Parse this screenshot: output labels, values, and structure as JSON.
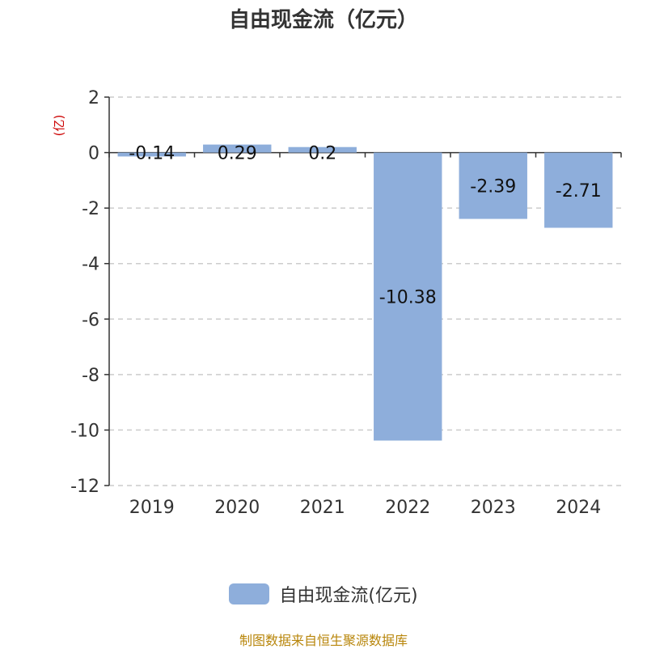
{
  "chart_data": {
    "type": "bar",
    "title": "自由现金流（亿元）",
    "ylabel": "(亿)",
    "categories": [
      "2019",
      "2020",
      "2021",
      "2022",
      "2023",
      "2024"
    ],
    "series": [
      {
        "name": "自由现金流(亿元)",
        "values": [
          -0.14,
          0.29,
          0.2,
          -10.38,
          -2.39,
          -2.71
        ]
      }
    ],
    "value_labels": [
      "-0.14",
      "0.29",
      "0.2",
      "-10.38",
      "-2.39",
      "-2.71"
    ],
    "y_ticks": [
      2,
      0,
      -2,
      -4,
      -6,
      -8,
      -10,
      -12
    ],
    "ylim": [
      -12,
      2
    ],
    "grid": true,
    "legend_position": "bottom"
  },
  "colors": {
    "bar": "#8eaedb",
    "axis": "#333333",
    "grid": "#cccccc",
    "ylabel": "#cc0000",
    "source": "#b8860b"
  },
  "source_text": "制图数据来自恒生聚源数据库"
}
